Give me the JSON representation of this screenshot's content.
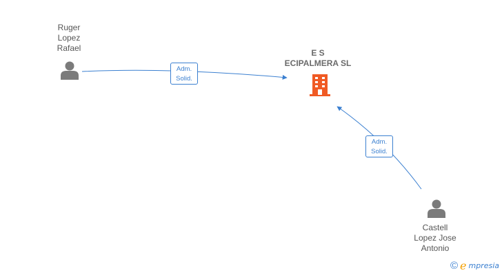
{
  "nodes": {
    "person1": {
      "lines": [
        "Ruger",
        "Lopez",
        "Rafael"
      ],
      "icon": "person-icon",
      "color": "#7b7b7b"
    },
    "company": {
      "lines": [
        "E S",
        "ECIPALMERA SL"
      ],
      "icon": "building-icon",
      "color": "#f05a24"
    },
    "person2": {
      "lines": [
        "Castell",
        "Lopez Jose",
        "Antonio"
      ],
      "icon": "person-icon",
      "color": "#7b7b7b"
    }
  },
  "edges": [
    {
      "from": "person1",
      "to": "company",
      "label_lines": [
        "Adm.",
        "Solid."
      ]
    },
    {
      "from": "person2",
      "to": "company",
      "label_lines": [
        "Adm.",
        "Solid."
      ]
    }
  ],
  "colors": {
    "edge": "#3a7fd0",
    "text": "#555555"
  },
  "brand": {
    "copyright": "©",
    "initial": "e",
    "rest": "mpresia"
  }
}
